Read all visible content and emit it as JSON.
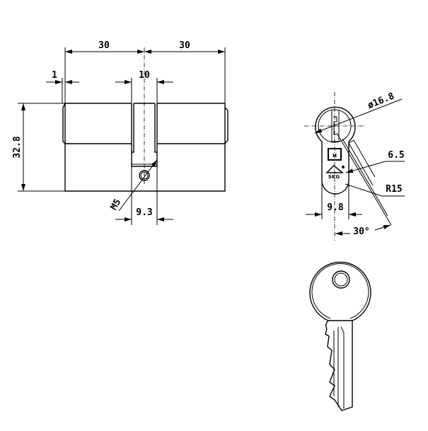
{
  "front_view": {
    "dim_left_length": "30",
    "dim_right_length": "30",
    "dim_offset": "1",
    "dim_cam_width": "10",
    "dim_height": "32.8",
    "dim_screw": "M5",
    "dim_screw_offset": "9.3"
  },
  "side_view": {
    "dim_diameter": "ø16.8",
    "dim_width": "6.5",
    "dim_radius": "R15",
    "dim_body_width": "9.8",
    "dim_angle": "30°",
    "logo_letter": "H",
    "logo_brand": "SKG"
  },
  "colors": {
    "line": "#000000",
    "background": "#ffffff"
  }
}
